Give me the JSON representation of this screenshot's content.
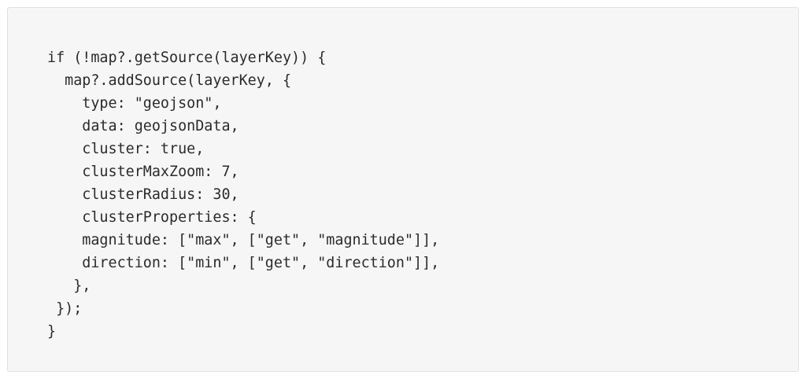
{
  "code_block": {
    "lines": [
      "if (!map?.getSource(layerKey)) {",
      "  map?.addSource(layerKey, {",
      "    type: \"geojson\",",
      "    data: geojsonData,",
      "    cluster: true,",
      "    clusterMaxZoom: 7,",
      "    clusterRadius: 30,",
      "    clusterProperties: {",
      "    magnitude: [\"max\", [\"get\", \"magnitude\"]],",
      "    direction: [\"min\", [\"get\", \"direction\"]],",
      "   },",
      " });",
      "}"
    ]
  }
}
